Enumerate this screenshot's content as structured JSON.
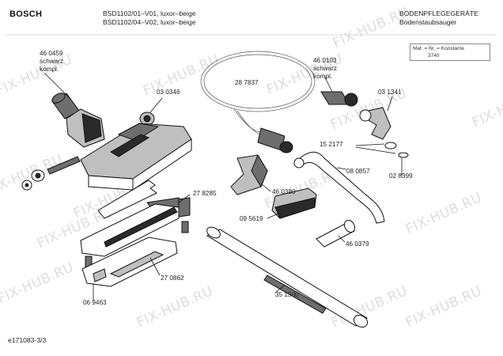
{
  "header": {
    "brand": "BOSCH",
    "model_line_1": "BSD1102/01–V01, luxor–beige",
    "model_line_2": "BSD1102/04–V02, luxor–beige",
    "category": "BODENPFLEGEGERÄTE",
    "subcategory": "Bodenstaubsauger"
  },
  "legend": {
    "line_1": "Mat. = Nr. = Konstante",
    "line_2": "3740"
  },
  "parts": {
    "p460459": {
      "number": "46 0459",
      "note_1": "schwarz",
      "note_2": "kompl."
    },
    "p030346": {
      "number": "03 0346"
    },
    "p287837": {
      "number": "28 7837"
    },
    "p460103": {
      "number": "46 0103",
      "note_1": "schwarz",
      "note_2": "kompl."
    },
    "p031341": {
      "number": "03 1341"
    },
    "p152177": {
      "number": "15 2177"
    },
    "p080857": {
      "number": "08 0857"
    },
    "p028399": {
      "number": "02 8399"
    },
    "p460380": {
      "number": "46 0380"
    },
    "p278285": {
      "number": "27 8285"
    },
    "p095619": {
      "number": "09 5619"
    },
    "p460379": {
      "number": "46 0379"
    },
    "p270862": {
      "number": "27 0862"
    },
    "p351500": {
      "number": "35 1500"
    },
    "p069463": {
      "number": "06 9463"
    }
  },
  "watermark": {
    "text": "FIX-HUB.RU"
  },
  "footer": {
    "doc_id": "e171083-3/3"
  }
}
